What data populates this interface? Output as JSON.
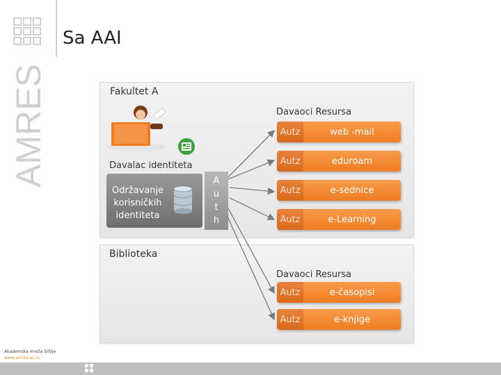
{
  "slide": {
    "title": "Sa AAI"
  },
  "institution_a": {
    "label": "Fakultet  A",
    "sp_title": "Davaoci  Resursa",
    "idp_title": "Davalac  identiteta",
    "idp_box_lines": [
      "Održavanje",
      "korisničkih",
      "identiteta"
    ],
    "auth_letters": [
      "A",
      "u",
      "t",
      "h"
    ],
    "resources": [
      {
        "autz": "Autz",
        "name": "web -mail"
      },
      {
        "autz": "Autz",
        "name": "eduroam"
      },
      {
        "autz": "Autz",
        "name": "e-sednice"
      },
      {
        "autz": "Autz",
        "name": "e-Learning"
      }
    ]
  },
  "institution_b": {
    "label": "Biblioteka",
    "sp_title": "Davaoci  Resursa",
    "resources": [
      {
        "autz": "Autz",
        "name": "e-časopisi"
      },
      {
        "autz": "Autz",
        "name": "e-knjige"
      }
    ]
  },
  "branding": {
    "logo_text": "AMRES",
    "footer_line1": "Akademska mreža Srbije",
    "footer_line2": "www.amres.ac.rs"
  },
  "colors": {
    "accent": "#f07c22",
    "accent_dark": "#d9691a",
    "logo_gray": "#d0d0d0"
  }
}
